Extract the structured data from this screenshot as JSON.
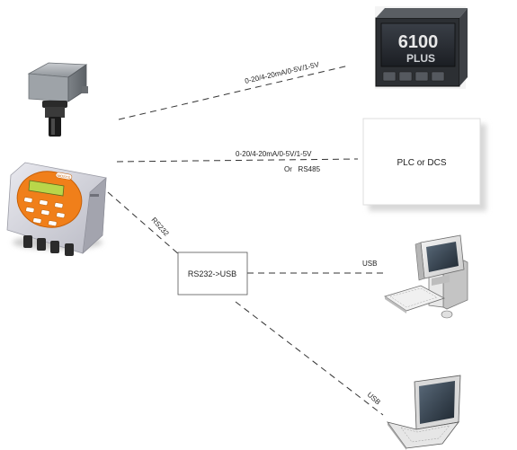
{
  "labels": {
    "link_controller": "0-20/4-20mA/0-5V/1-5V",
    "link_plc_line1": "0-20/4-20mA/0-5V/1-5V",
    "link_plc_line2": "Or   RS485",
    "link_rs232": "RS232",
    "converter": "RS232->USB",
    "plc_box": "PLC or DCS",
    "usb_desktop": "USB",
    "usb_laptop": "USB"
  },
  "controller_display": {
    "main": "6100",
    "sub": "PLUS"
  },
  "display_unit_brand": "MOSYS"
}
